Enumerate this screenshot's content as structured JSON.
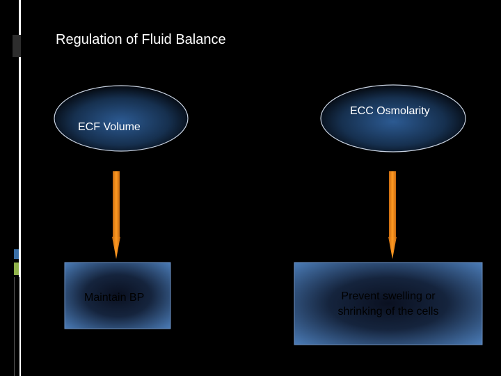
{
  "slide": {
    "title": "Regulation of Fluid Balance"
  },
  "diagram": {
    "left": {
      "source": "ECF Volume",
      "outcome": "Maintain BP"
    },
    "right": {
      "source": "ECC Osmolarity",
      "outcome_line1": "Prevent swelling or",
      "outcome_line2": "shrinking of the cells"
    }
  },
  "colors": {
    "background": "#000000",
    "oval_center": "#23497a",
    "oval_edge": "#050a14",
    "box_fill": "#4a7bb6",
    "arrow": "#f7941d",
    "title_text": "#ffffff"
  }
}
